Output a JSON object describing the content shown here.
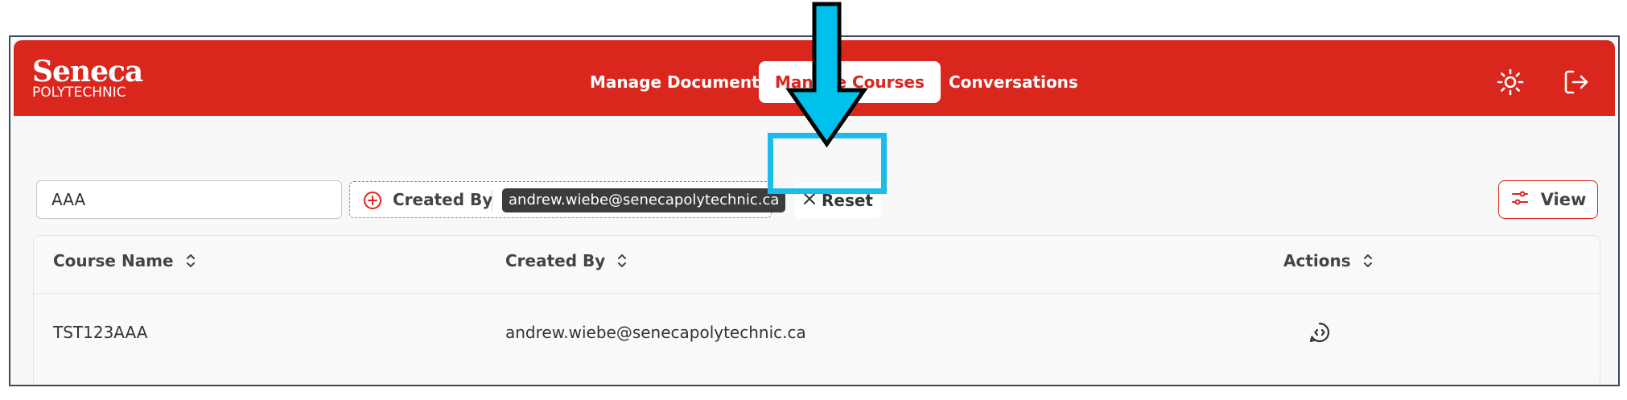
{
  "brand": {
    "name": "Seneca",
    "subtitle": "POLYTECHNIC"
  },
  "nav": {
    "items": [
      {
        "label": "Manage Documents",
        "active": false
      },
      {
        "label": "Manage Courses",
        "active": true
      },
      {
        "label": "Conversations",
        "active": false
      }
    ]
  },
  "header_icons": [
    "sun-icon",
    "logout-icon"
  ],
  "search": {
    "value": "AAA",
    "placeholder": ""
  },
  "filter": {
    "label": "Created By",
    "value": "andrew.wiebe@senecapolytechnic.ca"
  },
  "reset": {
    "label": "Reset"
  },
  "view": {
    "label": "View"
  },
  "table": {
    "columns": [
      "Course Name",
      "Created By",
      "Actions"
    ],
    "rows": [
      {
        "course_name": "TST123AAA",
        "created_by": "andrew.wiebe@senecapolytechnic.ca",
        "action_icon": "chat-icon"
      }
    ]
  },
  "colors": {
    "brand_red": "#d9271e",
    "highlight_cyan": "#1cbbe8",
    "annotation_arrow": "#00c1ec"
  }
}
